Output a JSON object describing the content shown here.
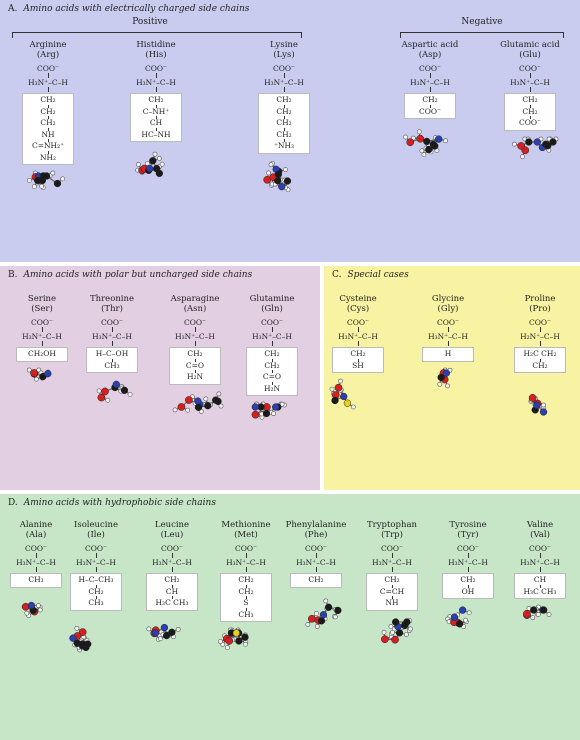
{
  "sections": {
    "a": {
      "letter": "A.",
      "title": "Amino acids with electrically charged side chains",
      "positive": "Positive",
      "negative": "Negative"
    },
    "b": {
      "letter": "B.",
      "title": "Amino acids with polar but uncharged side chains"
    },
    "c": {
      "letter": "C.",
      "title": "Special cases"
    },
    "d": {
      "letter": "D.",
      "title": "Amino acids with hydrophobic side chains"
    }
  },
  "backbone": {
    "carboxylate": "COO⁻",
    "alpha": "H₃N⁺–C–H"
  },
  "amino_acids": [
    {
      "name": "Arginine",
      "abbr": "(Arg)",
      "side": [
        "CH₂",
        "CH₂",
        "CH₂",
        "NH",
        "C=NH₂⁺",
        "NH₂"
      ]
    },
    {
      "name": "Histidine",
      "abbr": "(His)",
      "side": [
        "CH₂",
        "C–NH⁺",
        "CH",
        "HC–NH"
      ]
    },
    {
      "name": "Lysine",
      "abbr": "(Lys)",
      "side": [
        "CH₂",
        "CH₂",
        "CH₂",
        "CH₂",
        "⁺NH₃"
      ]
    },
    {
      "name": "Aspartic acid",
      "abbr": "(Asp)",
      "side": [
        "CH₂",
        "COO⁻"
      ]
    },
    {
      "name": "Glutamic acid",
      "abbr": "(Glu)",
      "side": [
        "CH₂",
        "CH₂",
        "COO⁻"
      ]
    },
    {
      "name": "Serine",
      "abbr": "(Ser)",
      "side": [
        "CH₂OH"
      ]
    },
    {
      "name": "Threonine",
      "abbr": "(Thr)",
      "side": [
        "H–C–OH",
        "CH₃"
      ]
    },
    {
      "name": "Asparagine",
      "abbr": "(Asn)",
      "side": [
        "CH₂",
        "C=O",
        "H₂N"
      ]
    },
    {
      "name": "Glutamine",
      "abbr": "(Gln)",
      "side": [
        "CH₂",
        "CH₂",
        "C=O",
        "H₂N"
      ]
    },
    {
      "name": "Cysteine",
      "abbr": "(Cys)",
      "side": [
        "CH₂",
        "SH"
      ]
    },
    {
      "name": "Glycine",
      "abbr": "(Gly)",
      "side": [
        "H"
      ]
    },
    {
      "name": "Proline",
      "abbr": "(Pro)",
      "alpha": "H₂N⁺–C–H",
      "side": [
        "H₂C   CH₂",
        "CH₂"
      ]
    },
    {
      "name": "Alanine",
      "abbr": "(Ala)",
      "side": [
        "CH₃"
      ]
    },
    {
      "name": "Isoleucine",
      "abbr": "(Ile)",
      "side": [
        "H–C–CH₃",
        "CH₂",
        "CH₃"
      ]
    },
    {
      "name": "Leucine",
      "abbr": "(Leu)",
      "side": [
        "CH₂",
        "CH",
        "H₃C   CH₃"
      ]
    },
    {
      "name": "Methionine",
      "abbr": "(Met)",
      "side": [
        "CH₂",
        "CH₂",
        "S",
        "CH₃"
      ]
    },
    {
      "name": "Phenylalanine",
      "abbr": "(Phe)",
      "side": [
        "CH₂"
      ]
    },
    {
      "name": "Tryptophan",
      "abbr": "(Trp)",
      "side": [
        "CH₂",
        "C=CH",
        "NH"
      ]
    },
    {
      "name": "Tyrosine",
      "abbr": "(Tyr)",
      "side": [
        "CH₂",
        "OH"
      ]
    },
    {
      "name": "Valine",
      "abbr": "(Val)",
      "side": [
        "CH",
        "H₃C   CH₃"
      ]
    }
  ],
  "atom_colors": {
    "carbon": "#1a1a1a",
    "oxygen": "#d42020",
    "nitrogen": "#2a3fb0",
    "hydrogen": "#f4f4f4",
    "sulfur": "#e8d020"
  }
}
